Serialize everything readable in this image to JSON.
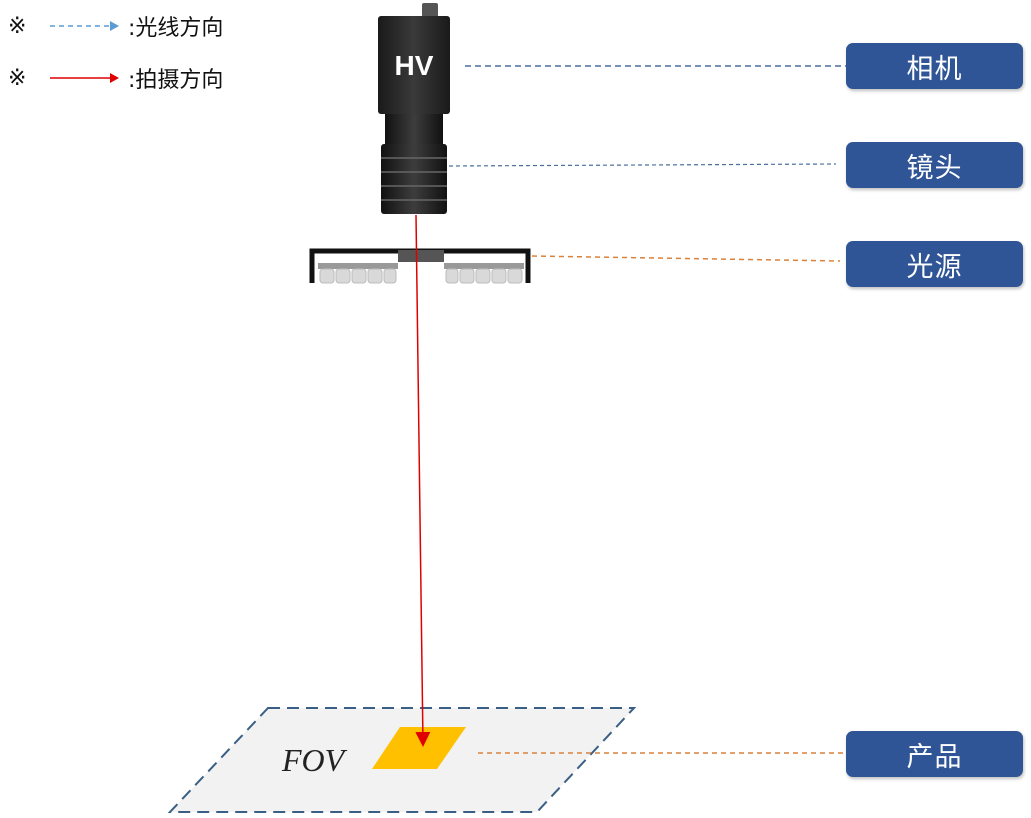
{
  "legend": [
    {
      "mark": "※",
      "text": ":光线方向",
      "line_color": "#5b9bd5",
      "style": "dashed"
    },
    {
      "mark": "※",
      "text": ":拍摄方向",
      "line_color": "#e00000",
      "style": "solid"
    }
  ],
  "camera": {
    "brand": "HV"
  },
  "labels": {
    "camera": "相机",
    "lens": "镜头",
    "light": "光源",
    "product": "产品"
  },
  "fov": "FOV",
  "colors": {
    "label_bg": "#2f5597",
    "leader_blue": "#4a6fa0",
    "leader_orange": "#d9823b",
    "shoot_line": "#e00000",
    "product": "#ffc000",
    "fov_fill": "#f2f2f2",
    "fov_border": "#3a5f85"
  }
}
